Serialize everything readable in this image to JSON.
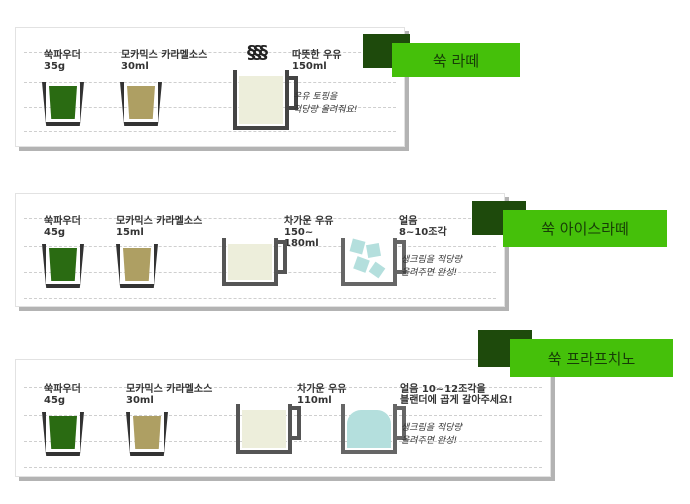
{
  "recipes": [
    {
      "title": "쑥 라떼",
      "items": [
        {
          "name": "쑥파우더",
          "amount": "35g"
        },
        {
          "name": "모카믹스 카라멜소스",
          "amount": "30ml"
        },
        {
          "name": "따뜻한 우유",
          "amount": "150ml"
        }
      ],
      "note": "우유 토핑을\n적당량 올려줘요!"
    },
    {
      "title": "쑥 아이스라떼",
      "items": [
        {
          "name": "쑥파우더",
          "amount": "45g"
        },
        {
          "name": "모카믹스 카라멜소스",
          "amount": "15ml"
        },
        {
          "name": "차가운 우유",
          "amount": "150~\n180ml"
        },
        {
          "name": "얼음",
          "amount": "8~10조각"
        }
      ],
      "note": "생크림을 적당량\n올려주면 완성!"
    },
    {
      "title": "쑥 프라프치노",
      "items": [
        {
          "name": "쑥파우더",
          "amount": "45g"
        },
        {
          "name": "모카믹스 카라멜소스",
          "amount": "30ml"
        },
        {
          "name": "차가운 우유",
          "amount": "110ml"
        },
        {
          "name": "얼음 10~12조각을",
          "amount": "블랜더에 곱게 갈아주세요!"
        }
      ],
      "note": "생크림을 적당량\n올려주면 완성!"
    }
  ],
  "colors": {
    "matcha": "#2a6b12",
    "caramel": "#ae9f63",
    "milk": "#edeedb",
    "ice": "#b4dfdd",
    "label": "#45c00a"
  }
}
